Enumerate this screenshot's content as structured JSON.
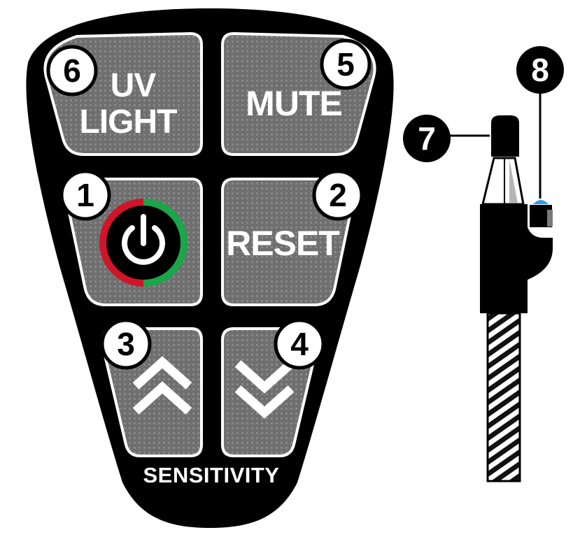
{
  "buttons": {
    "uv_light": {
      "line1": "UV",
      "line2": "LIGHT",
      "number": "6"
    },
    "mute": {
      "label": "MUTE",
      "number": "5"
    },
    "power": {
      "number": "1",
      "icon": "power-icon",
      "ring_colors": [
        "#d0152a",
        "#1aa64a"
      ]
    },
    "reset": {
      "label": "RESET",
      "number": "2"
    },
    "sensitivity_up": {
      "number": "3",
      "icon": "double-chevron-up-icon"
    },
    "sensitivity_down": {
      "number": "4",
      "icon": "double-chevron-down-icon"
    }
  },
  "sensitivity_label": "SENSITIVITY",
  "probe": {
    "tip_number": "7",
    "indicator_number": "8",
    "indicator_color": "#2b9fe0"
  },
  "colors": {
    "panel": "#000000",
    "button_fill": "#6f6f6f",
    "button_outline": "#ffffff"
  }
}
